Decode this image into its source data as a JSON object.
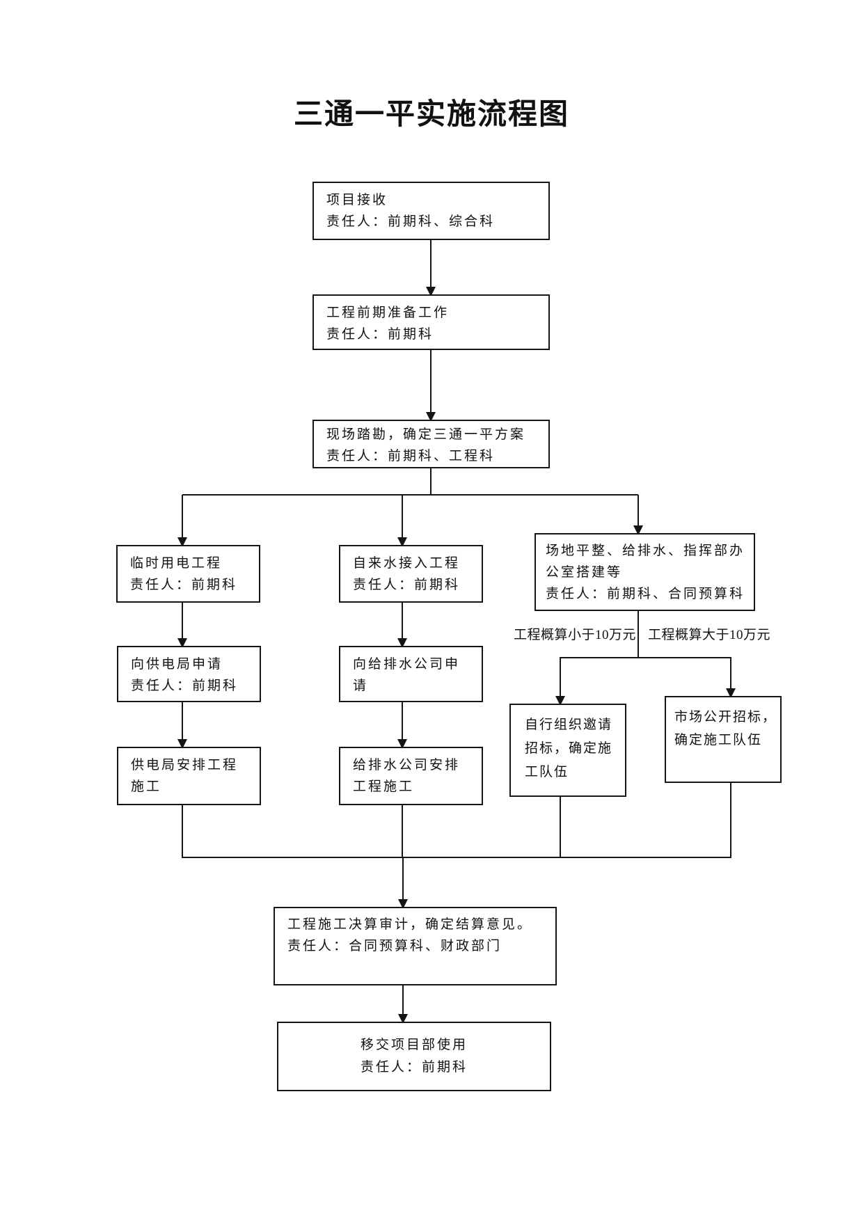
{
  "title": "三通一平实施流程图",
  "nodes": {
    "project_acceptance": {
      "lines": [
        "项目接收",
        "责任人：前期科、综合科"
      ]
    },
    "preparation": {
      "lines": [
        "工程前期准备工作",
        "责任人：前期科"
      ]
    },
    "site_survey": {
      "lines": [
        "现场踏勘，确定三通一平方案",
        "责任人：前期科、工程科"
      ]
    },
    "temp_power": {
      "lines": [
        "临时用电工程",
        "责任人：前期科"
      ]
    },
    "water_access": {
      "lines": [
        "自来水接入工程",
        "责任人：前期科"
      ]
    },
    "site_leveling": {
      "lines": [
        "场地平整、给排水、指挥部办",
        "公室搭建等",
        "责任人：前期科、合同预算科"
      ]
    },
    "apply_power_bureau": {
      "lines": [
        "向供电局申请",
        "责任人：前期科"
      ]
    },
    "apply_water_company": {
      "lines": [
        "向给排水公司申",
        "请"
      ]
    },
    "power_construction": {
      "lines": [
        "供电局安排工程",
        "施工"
      ]
    },
    "water_construction": {
      "lines": [
        "给排水公司安排",
        "工程施工"
      ]
    },
    "invited_bidding": {
      "lines": [
        "自行组织邀请",
        "招标，确定施",
        "工队伍"
      ]
    },
    "open_bidding": {
      "lines": [
        "市场公开招标，",
        "确定施工队伍"
      ]
    },
    "audit": {
      "lines": [
        "工程施工决算审计，确定结算意见。",
        "责任人：合同预算科、财政部门"
      ]
    },
    "handover": {
      "lines": [
        "移交项目部使用",
        "责任人：前期科"
      ]
    }
  },
  "edge_labels": {
    "budget_under_100k": "工程概算小于10万元",
    "budget_over_100k": "工程概算大于10万元"
  },
  "colors": {
    "line": "#141414",
    "background": "#ffffff",
    "text": "#111111"
  }
}
